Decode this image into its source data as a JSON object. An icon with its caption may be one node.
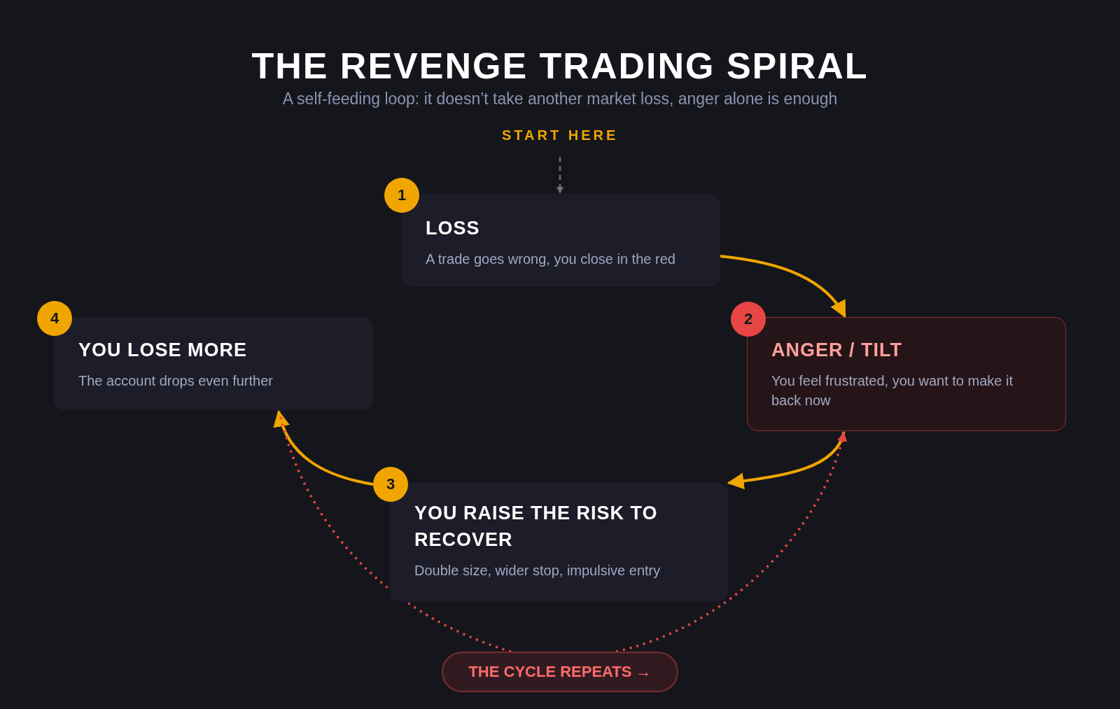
{
  "diagram": {
    "title": "THE REVENGE TRADING SPIRAL",
    "caption": "A self-feeding loop: it doesn’t take another market loss, anger alone is enough",
    "nodes": [
      {
        "text": [
          "START HERE"
        ]
      },
      {
        "text": [
          "1"
        ]
      },
      {
        "text": [
          "LOSS",
          "A trade goes wrong, you close in the red"
        ]
      },
      {
        "text": [
          "2"
        ]
      },
      {
        "text": [
          "ANGER / TILT",
          "You feel frustrated, you want to make it back now"
        ]
      },
      {
        "text": [
          "3"
        ]
      },
      {
        "text": [
          "YOU RAISE THE RISK TO RECOVER",
          "Double size, wider stop, impulsive entry"
        ]
      },
      {
        "text": [
          "4"
        ]
      },
      {
        "text": [
          "YOU LOSE MORE",
          "The account drops even further"
        ]
      },
      {
        "text": [
          "THE CYCLE REPEATS →"
        ]
      }
    ],
    "edges": [
      {
        "from": 0,
        "to": 2,
        "arrow": "to",
        "style": "dashed",
        "color": "#6b7080"
      },
      {
        "from": 2,
        "to": 4,
        "arrow": "to"
      },
      {
        "from": 4,
        "to": 6,
        "arrow": "to"
      },
      {
        "from": 5,
        "to": 8,
        "arrow": "to"
      },
      {
        "from": 9,
        "to": 8,
        "arrow": "none",
        "style": "dashed",
        "color": "#e84545"
      },
      {
        "from": 9,
        "to": 4,
        "arrow": "to",
        "style": "dashed",
        "color": "#e84545"
      }
    ]
  }
}
